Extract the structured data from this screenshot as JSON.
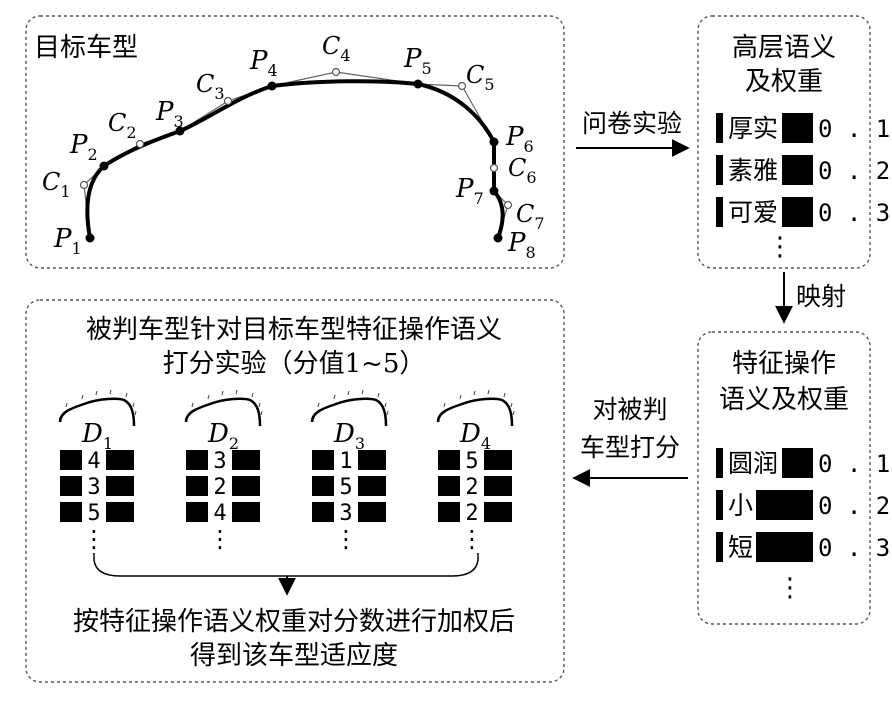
{
  "target_box": {
    "title": "目标车型",
    "points": [
      "P1",
      "P2",
      "P3",
      "P4",
      "P5",
      "P6",
      "P7",
      "P8"
    ],
    "controls": [
      "C1",
      "C2",
      "C3",
      "C4",
      "C5",
      "C6",
      "C7"
    ]
  },
  "semantic_box": {
    "title_line1": "高层语义",
    "title_line2": "及权重",
    "items": [
      {
        "word": "厚实",
        "weight": "0.1"
      },
      {
        "word": "素雅",
        "weight": "0.2"
      },
      {
        "word": "可爱",
        "weight": "0.3"
      }
    ],
    "more": "⋮"
  },
  "arrow_survey": "问卷实验",
  "arrow_map": "映射",
  "feature_box": {
    "title_line1": "特征操作",
    "title_line2": "语义及权重",
    "items": [
      {
        "word": "圆润",
        "weight": "0.1"
      },
      {
        "word": "小",
        "weight": "0.2"
      },
      {
        "word": "短",
        "weight": "0.3"
      }
    ],
    "more": "⋮"
  },
  "arrow_score": {
    "line1": "对被判",
    "line2": "车型打分"
  },
  "scoring_box": {
    "title_line1": "被判车型针对目标车型特征操作语义",
    "title_line2": "打分实验（分值1~5）",
    "designs": [
      {
        "label": "D",
        "sub": "1",
        "scores": [
          "4",
          "3",
          "5"
        ]
      },
      {
        "label": "D",
        "sub": "2",
        "scores": [
          "3",
          "2",
          "4"
        ]
      },
      {
        "label": "D",
        "sub": "3",
        "scores": [
          "1",
          "5",
          "3"
        ]
      },
      {
        "label": "D",
        "sub": "4",
        "scores": [
          "5",
          "2",
          "2"
        ]
      }
    ],
    "more": "⋮",
    "bottom_line1": "按特征操作语义权重对分数进行加权后",
    "bottom_line2": "得到该车型适应度"
  }
}
